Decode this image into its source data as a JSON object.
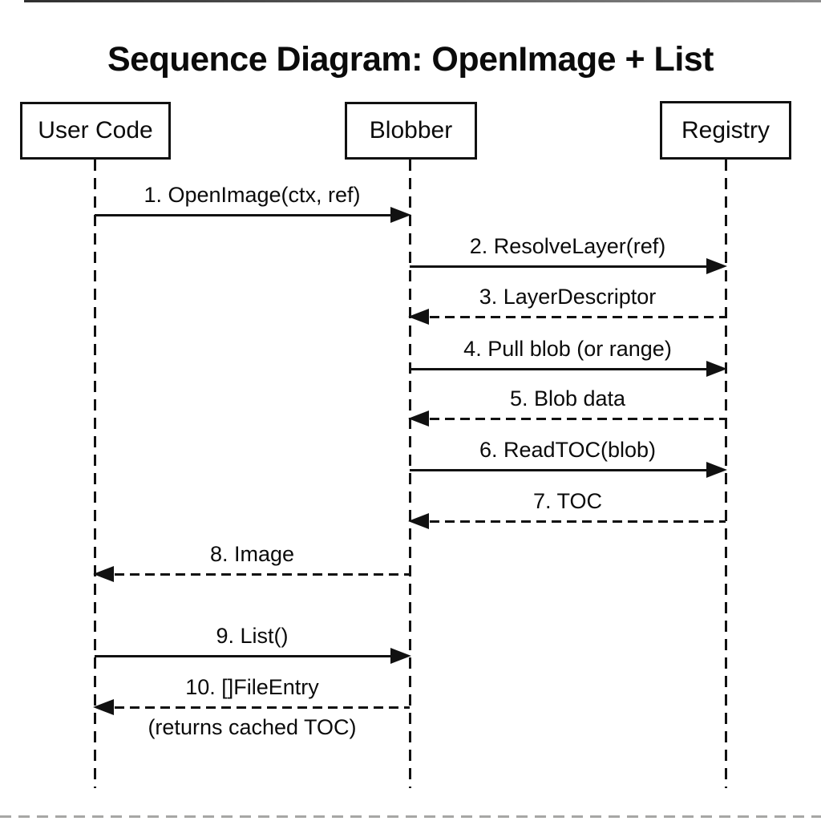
{
  "title": "Sequence Diagram: OpenImage + List",
  "actors": [
    {
      "name": "User Code"
    },
    {
      "name": "Blobber"
    },
    {
      "name": "Registry"
    }
  ],
  "messages": [
    {
      "num": 1,
      "label": "1. OpenImage(ctx, ref)",
      "from": "User Code",
      "to": "Blobber",
      "line": "solid",
      "kind": "call"
    },
    {
      "num": 2,
      "label": "2. ResolveLayer(ref)",
      "from": "Blobber",
      "to": "Registry",
      "line": "solid",
      "kind": "call"
    },
    {
      "num": 3,
      "label": "3. LayerDescriptor",
      "from": "Registry",
      "to": "Blobber",
      "line": "dashed",
      "kind": "return"
    },
    {
      "num": 4,
      "label": "4. Pull blob (or range)",
      "from": "Blobber",
      "to": "Registry",
      "line": "solid",
      "kind": "call"
    },
    {
      "num": 5,
      "label": "5. Blob data",
      "from": "Registry",
      "to": "Blobber",
      "line": "dashed",
      "kind": "return"
    },
    {
      "num": 6,
      "label": "6. ReadTOC(blob)",
      "from": "Blobber",
      "to": "Registry",
      "line": "solid",
      "kind": "call"
    },
    {
      "num": 7,
      "label": "7. TOC",
      "from": "Registry",
      "to": "Blobber",
      "line": "dashed",
      "kind": "return"
    },
    {
      "num": 8,
      "label": "8. Image",
      "from": "Blobber",
      "to": "User Code",
      "line": "dashed",
      "kind": "return"
    },
    {
      "num": 9,
      "label": "9. List()",
      "from": "User Code",
      "to": "Blobber",
      "line": "solid",
      "kind": "call"
    },
    {
      "num": 10,
      "label": "10. []FileEntry",
      "from": "Blobber",
      "to": "User Code",
      "line": "dashed",
      "kind": "return",
      "note": "(returns cached TOC)"
    }
  ],
  "colors": {
    "ink": "#111111",
    "background": "#ffffff"
  }
}
